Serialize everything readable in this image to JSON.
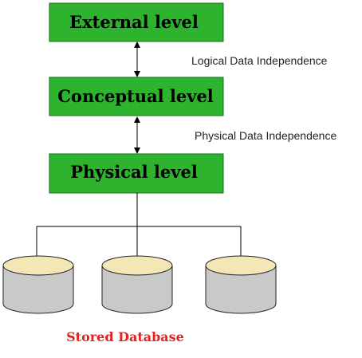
{
  "levels": {
    "external": "External level",
    "conceptual": "Conceptual level",
    "physical": "Physical level"
  },
  "independence": {
    "logical": "Logical Data Independence",
    "physical": "Physical Data Independence"
  },
  "storage": {
    "caption": "Stored Database",
    "disk_count": 3
  },
  "colors": {
    "box_fill": "#2db32d",
    "disk_top": "#f3e7b6",
    "disk_side": "#c9c9c9",
    "caption": "#e02222"
  }
}
